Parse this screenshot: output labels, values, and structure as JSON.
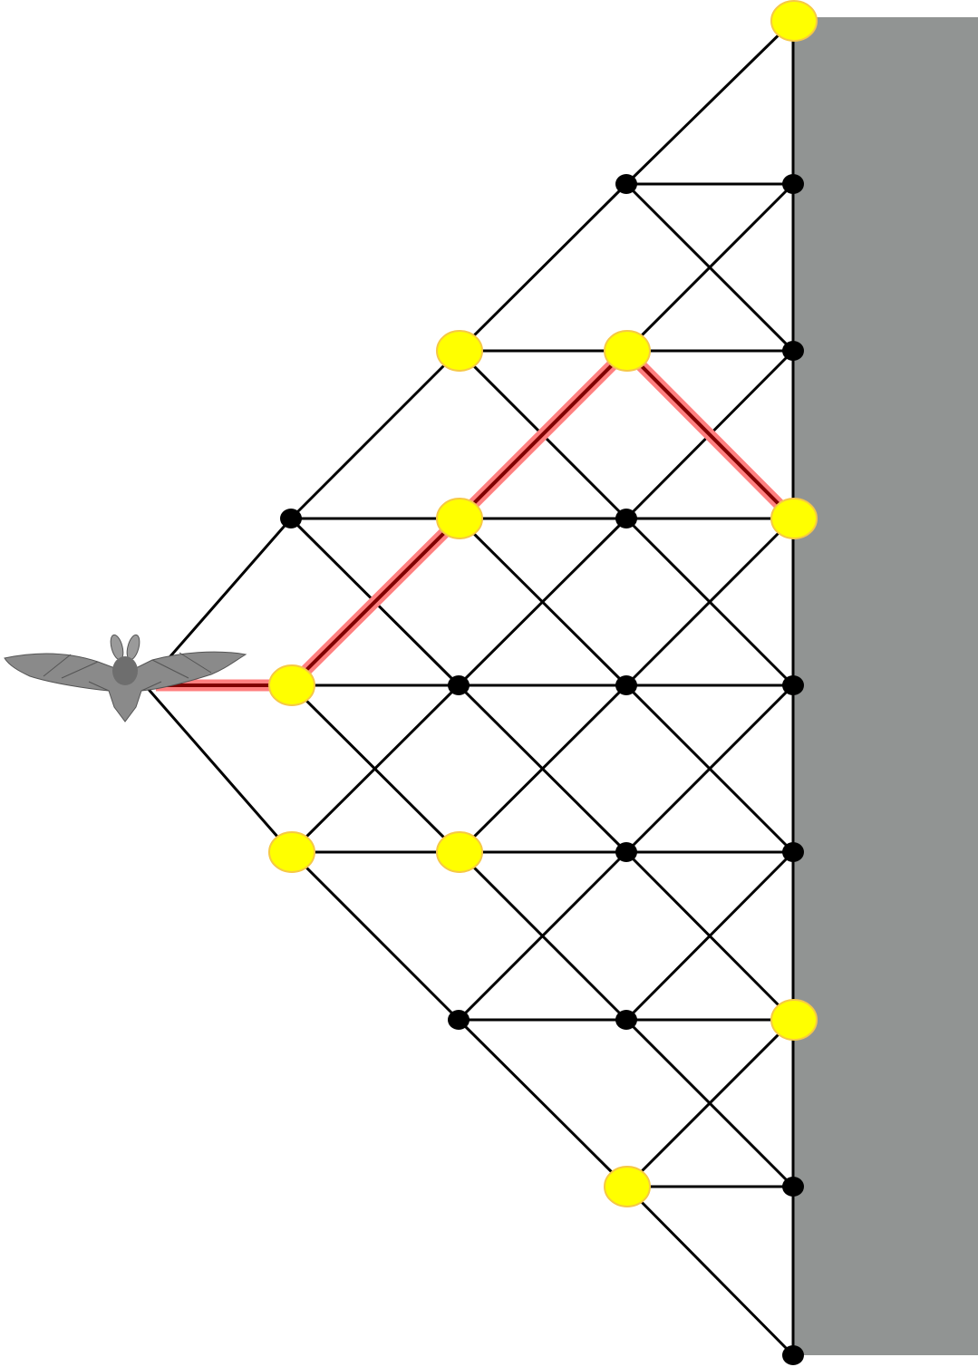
{
  "colors": {
    "wall": "#919493",
    "edge": "#000000",
    "node_plain": "#000000",
    "node_highlight": "#ffff00",
    "node_highlight_stroke": "#f6c945",
    "path_glow": "#ff8080",
    "path_core": "#800000"
  },
  "lattice": {
    "columns": 5,
    "rows": 9,
    "source": "bat-icon",
    "highlighted_nodes": [
      [
        1,
        4
      ],
      [
        1,
        5
      ],
      [
        2,
        2
      ],
      [
        2,
        3
      ],
      [
        2,
        5
      ],
      [
        3,
        2
      ],
      [
        3,
        7
      ],
      [
        4,
        0
      ],
      [
        4,
        3
      ],
      [
        4,
        6
      ]
    ],
    "path": [
      [
        0,
        4
      ],
      [
        1,
        4
      ],
      [
        2,
        3
      ],
      [
        3,
        2
      ],
      [
        4,
        3
      ]
    ]
  }
}
